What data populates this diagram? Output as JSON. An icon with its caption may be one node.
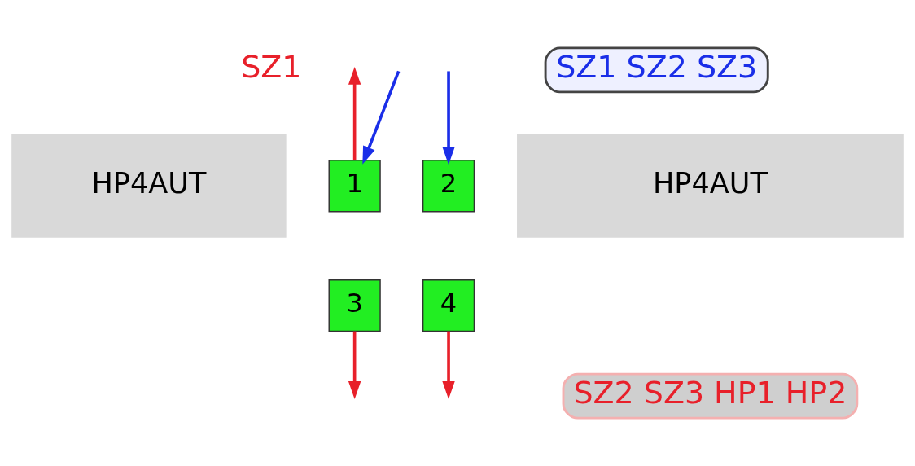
{
  "diagram": {
    "nodes": [
      {
        "text": [
          "SZ1 SZ2 SZ3"
        ]
      },
      {
        "text": [
          "1"
        ]
      },
      {
        "text": [
          "2"
        ]
      },
      {
        "text": [
          "HP4AUT"
        ]
      },
      {
        "text": [
          "HP4AUT"
        ]
      },
      {
        "text": [
          "3"
        ]
      },
      {
        "text": [
          "4"
        ]
      },
      {
        "text": [
          "SZ2 SZ3 HP1 HP2"
        ]
      }
    ],
    "edges": [
      {
        "from": null,
        "to": 1,
        "arrow": "to",
        "color": "#1a2ee8"
      },
      {
        "from": 1,
        "to": null,
        "arrow": "to",
        "color": "#e8202a"
      },
      {
        "from": null,
        "to": 2,
        "arrow": "to",
        "color": "#1a2ee8"
      },
      {
        "from": 5,
        "to": null,
        "arrow": "to",
        "color": "#e8202a"
      },
      {
        "from": 6,
        "to": null,
        "arrow": "to",
        "color": "#e8202a"
      }
    ],
    "labels": [
      "SZ1"
    ]
  }
}
